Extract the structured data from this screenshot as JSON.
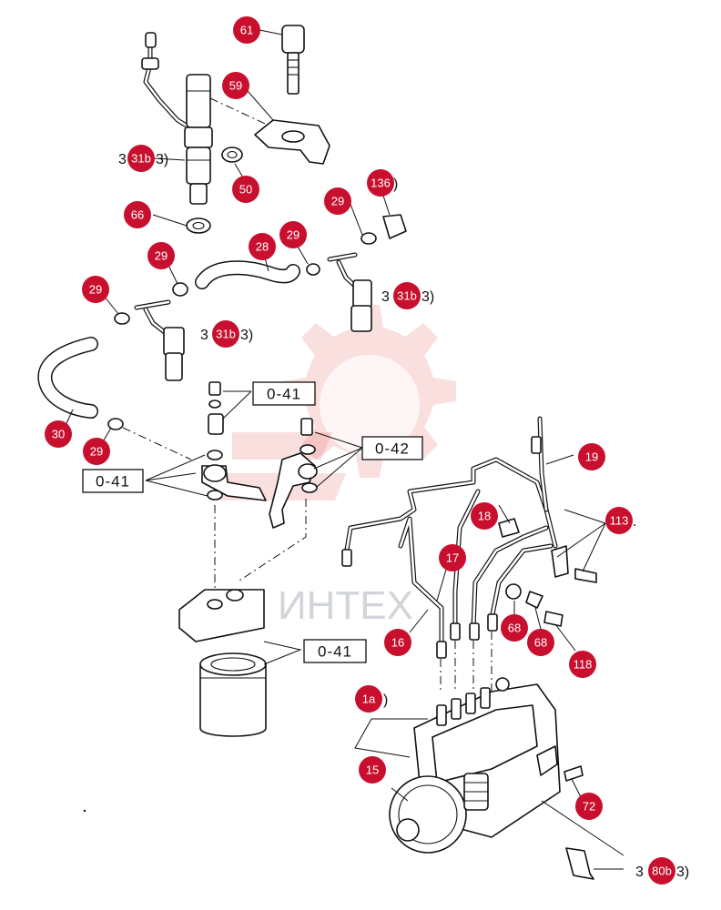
{
  "watermark": {
    "text": "ИНТЕХ"
  },
  "reference_boxes": [
    {
      "id": "ref-1",
      "label": "0-41"
    },
    {
      "id": "ref-2",
      "label": "0-42"
    },
    {
      "id": "ref-3",
      "label": "0-41"
    },
    {
      "id": "ref-4",
      "label": "0-41"
    }
  ],
  "callouts": [
    {
      "id": "c-61",
      "label": "61"
    },
    {
      "id": "c-59",
      "label": "59"
    },
    {
      "id": "c-31b-1",
      "label": "31b"
    },
    {
      "id": "c-50",
      "label": "50"
    },
    {
      "id": "c-136",
      "label": "136"
    },
    {
      "id": "c-66",
      "label": "66"
    },
    {
      "id": "c-29-1",
      "label": "29"
    },
    {
      "id": "c-28",
      "label": "28"
    },
    {
      "id": "c-29-2",
      "label": "29"
    },
    {
      "id": "c-29-3",
      "label": "29"
    },
    {
      "id": "c-29-4",
      "label": "29"
    },
    {
      "id": "c-31b-2",
      "label": "31b"
    },
    {
      "id": "c-31b-3",
      "label": "31b"
    },
    {
      "id": "c-30",
      "label": "30"
    },
    {
      "id": "c-29-5",
      "label": "29"
    },
    {
      "id": "c-19",
      "label": "19"
    },
    {
      "id": "c-18",
      "label": "18"
    },
    {
      "id": "c-113",
      "label": "113"
    },
    {
      "id": "c-17",
      "label": "17"
    },
    {
      "id": "c-16",
      "label": "16"
    },
    {
      "id": "c-68-1",
      "label": "68"
    },
    {
      "id": "c-68-2",
      "label": "68"
    },
    {
      "id": "c-118",
      "label": "118"
    },
    {
      "id": "c-1a",
      "label": "1a"
    },
    {
      "id": "c-15",
      "label": "15"
    },
    {
      "id": "c-72",
      "label": "72"
    },
    {
      "id": "c-80b",
      "label": "80b"
    }
  ],
  "suffix_marks": {
    "paren": ")",
    "paren_3": "3)",
    "paren_lead": "3",
    "paren_136": ")",
    "paren_113": "."
  }
}
